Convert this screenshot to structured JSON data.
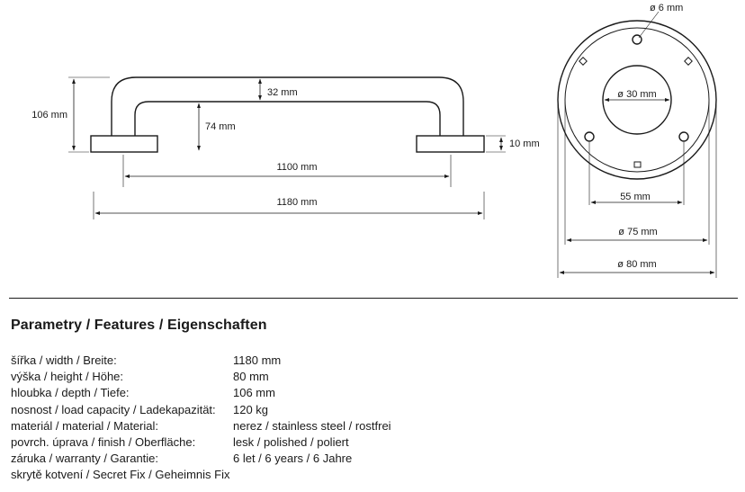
{
  "drawing": {
    "front_view": {
      "depth_label": "106 mm",
      "clearance_label": "32 mm",
      "leg_label": "74 mm",
      "base_label": "10 mm",
      "inner_width_label": "1100 mm",
      "outer_width_label": "1180 mm"
    },
    "side_view": {
      "hole_label": "ø 6 mm",
      "center_label": "ø 30 mm",
      "hole_spacing_label": "55 mm",
      "mid_diameter_label": "ø 75 mm",
      "outer_diameter_label": "ø 80 mm"
    }
  },
  "section": {
    "title": "Parametry / Features / Eigenschaften"
  },
  "specs": [
    {
      "label": "šířka / width / Breite:",
      "value": "1180 mm"
    },
    {
      "label": "výška / height / Höhe:",
      "value": "80 mm"
    },
    {
      "label": "hloubka / depth / Tiefe:",
      "value": "106 mm"
    },
    {
      "label": "nosnost / load capacity / Ladekapazität:",
      "value": "120 kg"
    },
    {
      "label": "materiál / material / Material:",
      "value": "nerez / stainless steel / rostfrei"
    },
    {
      "label": "povrch. úprava / finish / Oberfläche:",
      "value": "lesk / polished / poliert"
    },
    {
      "label": "záruka / warranty / Garantie:",
      "value": "6 let / 6 years / 6 Jahre"
    },
    {
      "label": "skrytě kotvení / Secret Fix / Geheimnis Fix",
      "value": ""
    }
  ]
}
